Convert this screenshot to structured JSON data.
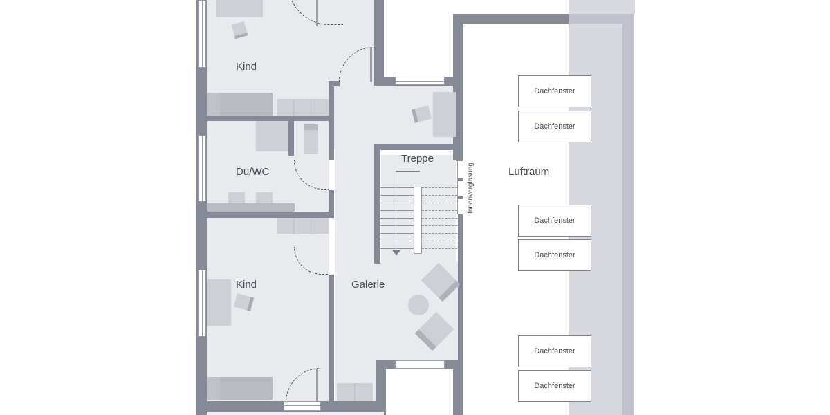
{
  "plan": {
    "rooms": [
      {
        "id": "kind-top",
        "label": "Kind"
      },
      {
        "id": "du-wc",
        "label": "Du/WC"
      },
      {
        "id": "kind-bottom",
        "label": "Kind"
      },
      {
        "id": "treppe",
        "label": "Treppe"
      },
      {
        "id": "galerie",
        "label": "Galerie"
      },
      {
        "id": "luftraum",
        "label": "Luftraum"
      }
    ],
    "annotations": {
      "innenverglasung": "Innenverglasung"
    },
    "skylights": [
      {
        "label": "Dachfenster"
      },
      {
        "label": "Dachfenster"
      },
      {
        "label": "Dachfenster"
      },
      {
        "label": "Dachfenster"
      },
      {
        "label": "Dachfenster"
      },
      {
        "label": "Dachfenster"
      }
    ],
    "colors": {
      "wall": "#868a97",
      "floor": "#e9eaee",
      "furniture": "#cfd0d6",
      "roof_band": "#d7d8de",
      "roof_edge": "#c0c1cc"
    }
  }
}
